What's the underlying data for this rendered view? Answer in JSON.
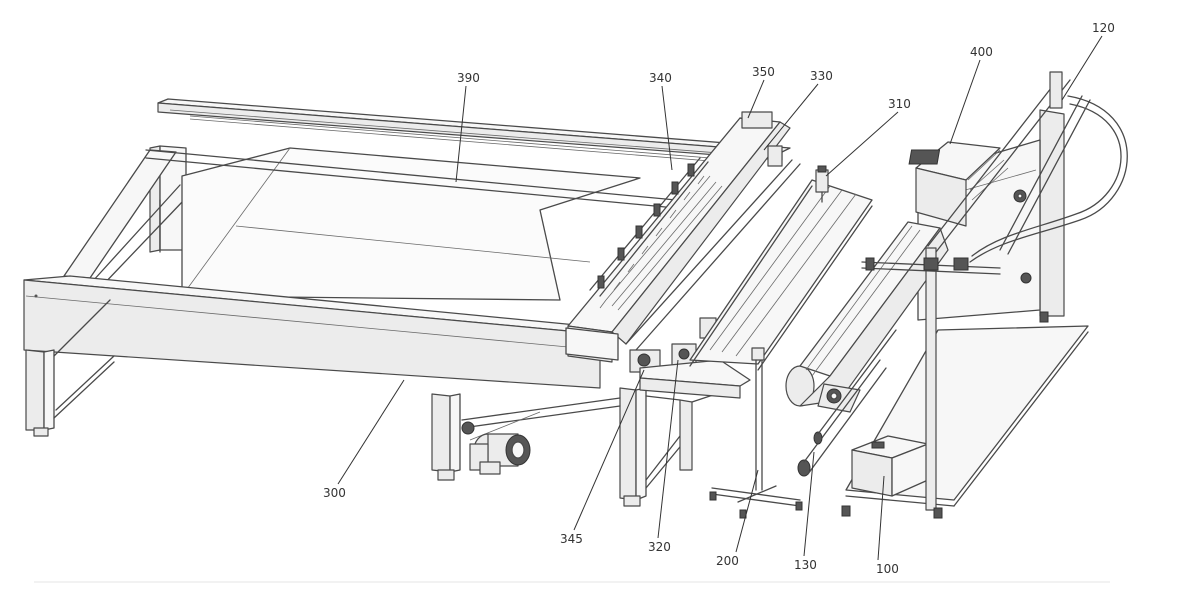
{
  "reference_numerals": [
    {
      "key": "390",
      "text": "390"
    },
    {
      "key": "340",
      "text": "340"
    },
    {
      "key": "350",
      "text": "350"
    },
    {
      "key": "330",
      "text": "330"
    },
    {
      "key": "310",
      "text": "310"
    },
    {
      "key": "400",
      "text": "400"
    },
    {
      "key": "120",
      "text": "120"
    },
    {
      "key": "300",
      "text": "300"
    },
    {
      "key": "345",
      "text": "345"
    },
    {
      "key": "320",
      "text": "320"
    },
    {
      "key": "200",
      "text": "200"
    },
    {
      "key": "130",
      "text": "130"
    },
    {
      "key": "100",
      "text": "100"
    }
  ]
}
